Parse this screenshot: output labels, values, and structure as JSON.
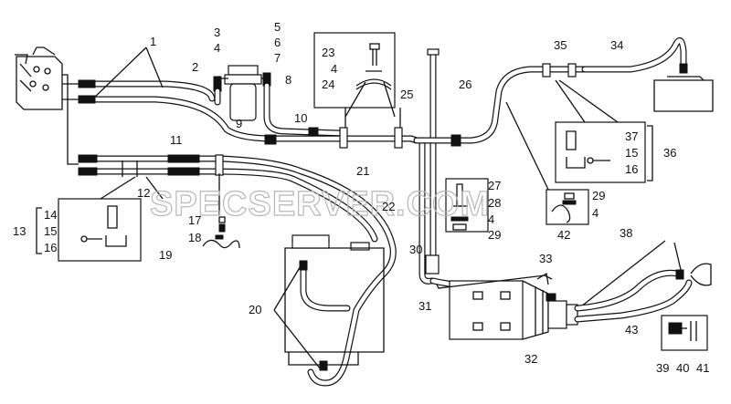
{
  "watermark": "SPECSERVER.COM",
  "callouts": {
    "c1": "1",
    "c2": "2",
    "c3": "3",
    "c4": "4",
    "c5": "5",
    "c6": "6",
    "c7": "7",
    "c8": "8",
    "c9": "9",
    "c10": "10",
    "c11": "11",
    "c12": "12",
    "c13": "13",
    "c14": "14",
    "c15": "15",
    "c16": "16",
    "c17": "17",
    "c18": "18",
    "c19": "19",
    "c20": "20",
    "c21": "21",
    "c22": "22",
    "c23": "23",
    "c24": "24",
    "c25": "25",
    "c26": "26",
    "c27": "27",
    "c28": "28",
    "c29": "29",
    "c30": "30",
    "c31": "31",
    "c32": "32",
    "c33": "33",
    "c34": "34",
    "c35": "35",
    "c36": "36",
    "c37": "37",
    "c38": "38",
    "c39": "39",
    "c40": "40",
    "c41": "41",
    "c42": "42",
    "c43": "43"
  },
  "colors": {
    "line": "#111111",
    "watermark": "#b7b7b7",
    "background": "#ffffff"
  }
}
